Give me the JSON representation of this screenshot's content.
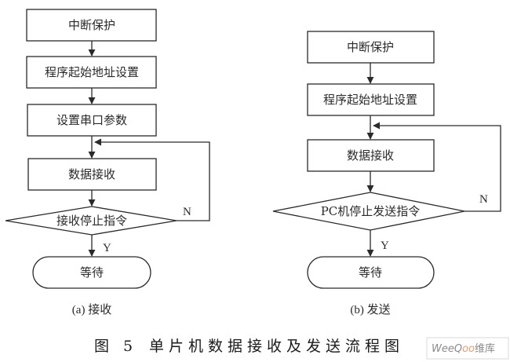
{
  "diagram": {
    "left": {
      "nodes": [
        {
          "id": "a1",
          "type": "process",
          "label": "中断保护"
        },
        {
          "id": "a2",
          "type": "process",
          "label": "程序起始地址设置"
        },
        {
          "id": "a3",
          "type": "process",
          "label": "设置串口参数"
        },
        {
          "id": "a4",
          "type": "process",
          "label": "数据接收"
        },
        {
          "id": "a5",
          "type": "decision",
          "label": "接收停止指令"
        },
        {
          "id": "a6",
          "type": "terminal",
          "label": "等待"
        }
      ],
      "edges": [
        {
          "from": "a1",
          "to": "a2"
        },
        {
          "from": "a2",
          "to": "a3"
        },
        {
          "from": "a3",
          "to": "a4"
        },
        {
          "from": "a4",
          "to": "a5"
        },
        {
          "from": "a5",
          "to": "a6",
          "label": "Y"
        },
        {
          "from": "a5",
          "to": "a4",
          "label": "N",
          "loop": true
        }
      ],
      "subtitle": "(a) 接收"
    },
    "right": {
      "nodes": [
        {
          "id": "b1",
          "type": "process",
          "label": "中断保护"
        },
        {
          "id": "b2",
          "type": "process",
          "label": "程序起始地址设置"
        },
        {
          "id": "b3",
          "type": "process",
          "label": "数据接收"
        },
        {
          "id": "b4",
          "type": "decision",
          "label": "PC机停止发送指令"
        },
        {
          "id": "b5",
          "type": "terminal",
          "label": "等待"
        }
      ],
      "edges": [
        {
          "from": "b1",
          "to": "b2"
        },
        {
          "from": "b2",
          "to": "b3"
        },
        {
          "from": "b3",
          "to": "b4"
        },
        {
          "from": "b4",
          "to": "b5",
          "label": "Y"
        },
        {
          "from": "b4",
          "to": "b3",
          "label": "N",
          "loop": true
        }
      ],
      "subtitle": "(b) 发送"
    },
    "caption": {
      "figure": "图 5",
      "title": "单片机数据接收及发送流程图"
    },
    "watermark": {
      "latin_a": "Wee",
      "latin_q": "Q",
      "latin_oo": "oo",
      "chinese": "维库"
    },
    "colors": {
      "stroke": "#2a2a2a",
      "watermark_accent": "#e8a070"
    }
  }
}
